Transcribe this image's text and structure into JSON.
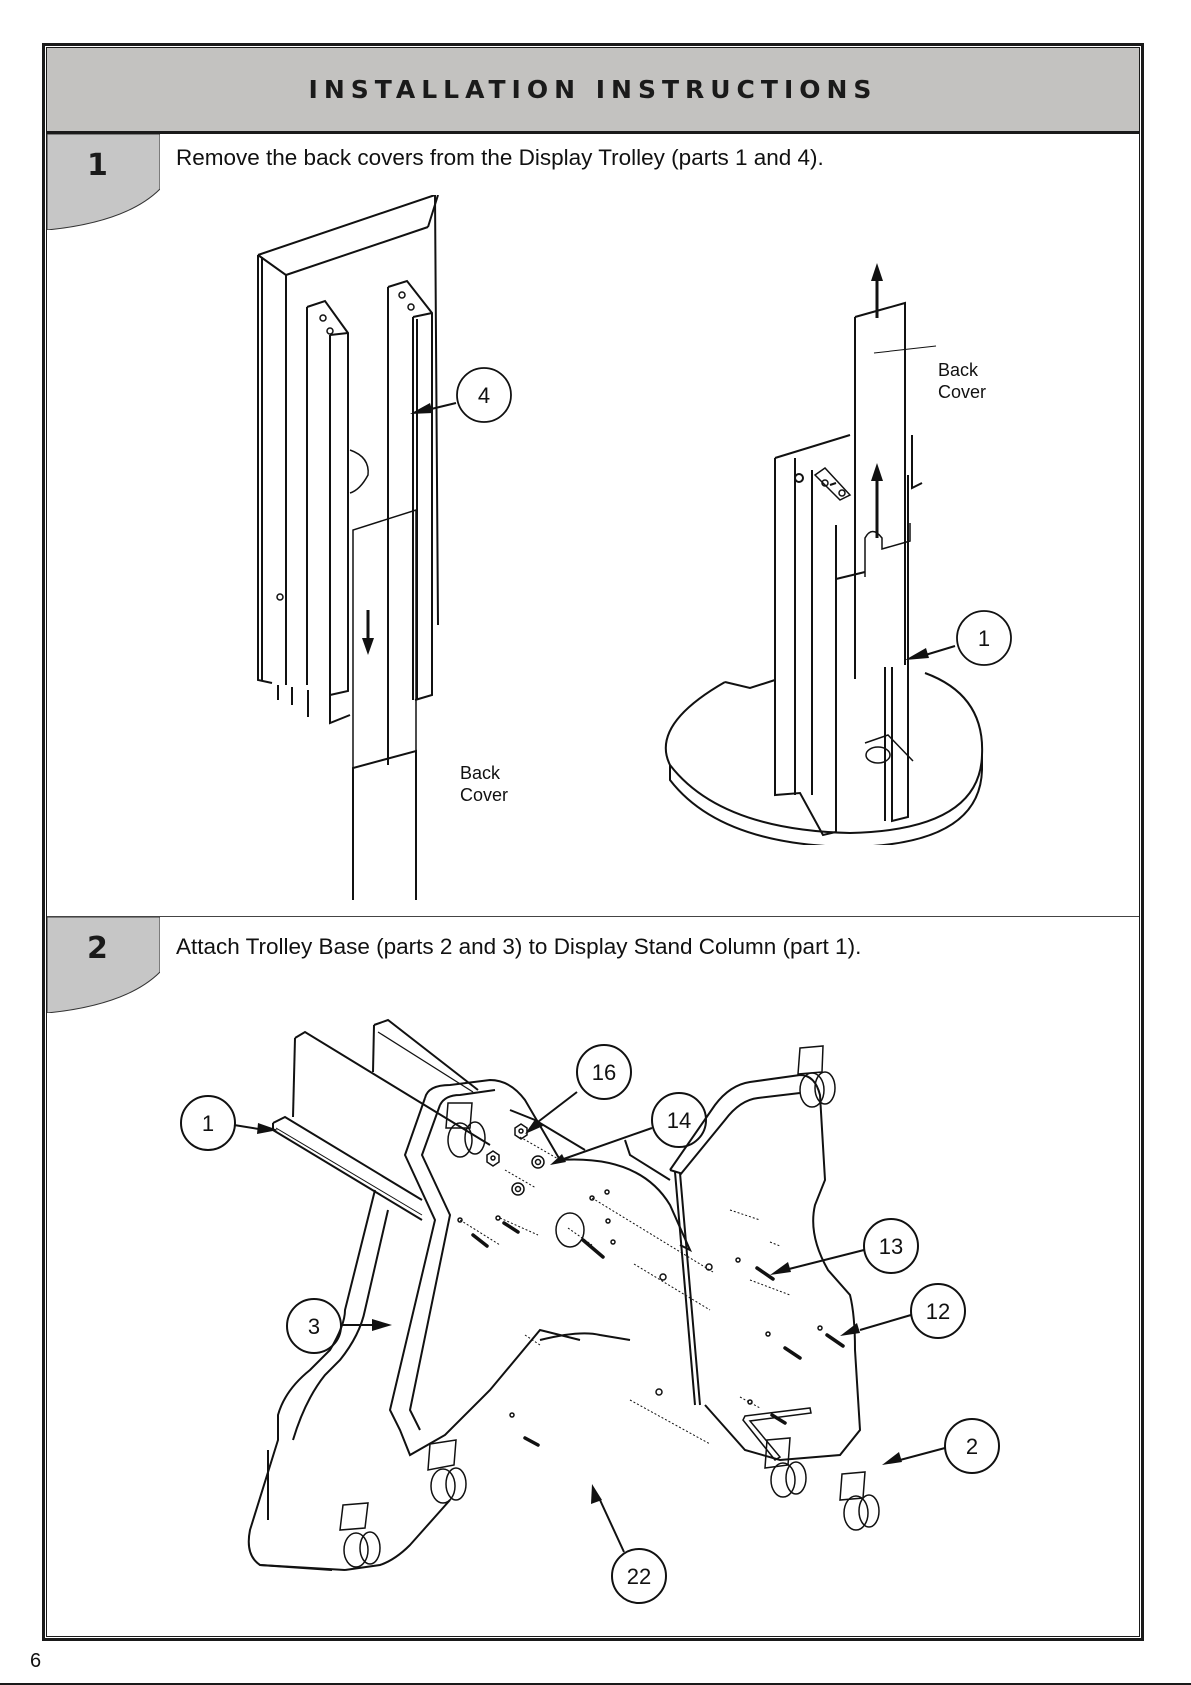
{
  "header": {
    "title": "INSTALLATION INSTRUCTIONS"
  },
  "steps": [
    {
      "number": "1",
      "instruction": "Remove the back covers from the Display Trolley (parts 1 and 4).",
      "labels": {
        "left_back_cover_line1": "Back",
        "left_back_cover_line2": "Cover",
        "right_back_cover_line1": "Back",
        "right_back_cover_line2": "Cover"
      },
      "callouts": [
        "4",
        "1"
      ]
    },
    {
      "number": "2",
      "instruction": "Attach Trolley Base (parts 2 and 3) to Display Stand Column (part 1).",
      "callouts": [
        "1",
        "16",
        "14",
        "13",
        "3",
        "12",
        "2",
        "22"
      ]
    }
  ],
  "page_number": "6"
}
